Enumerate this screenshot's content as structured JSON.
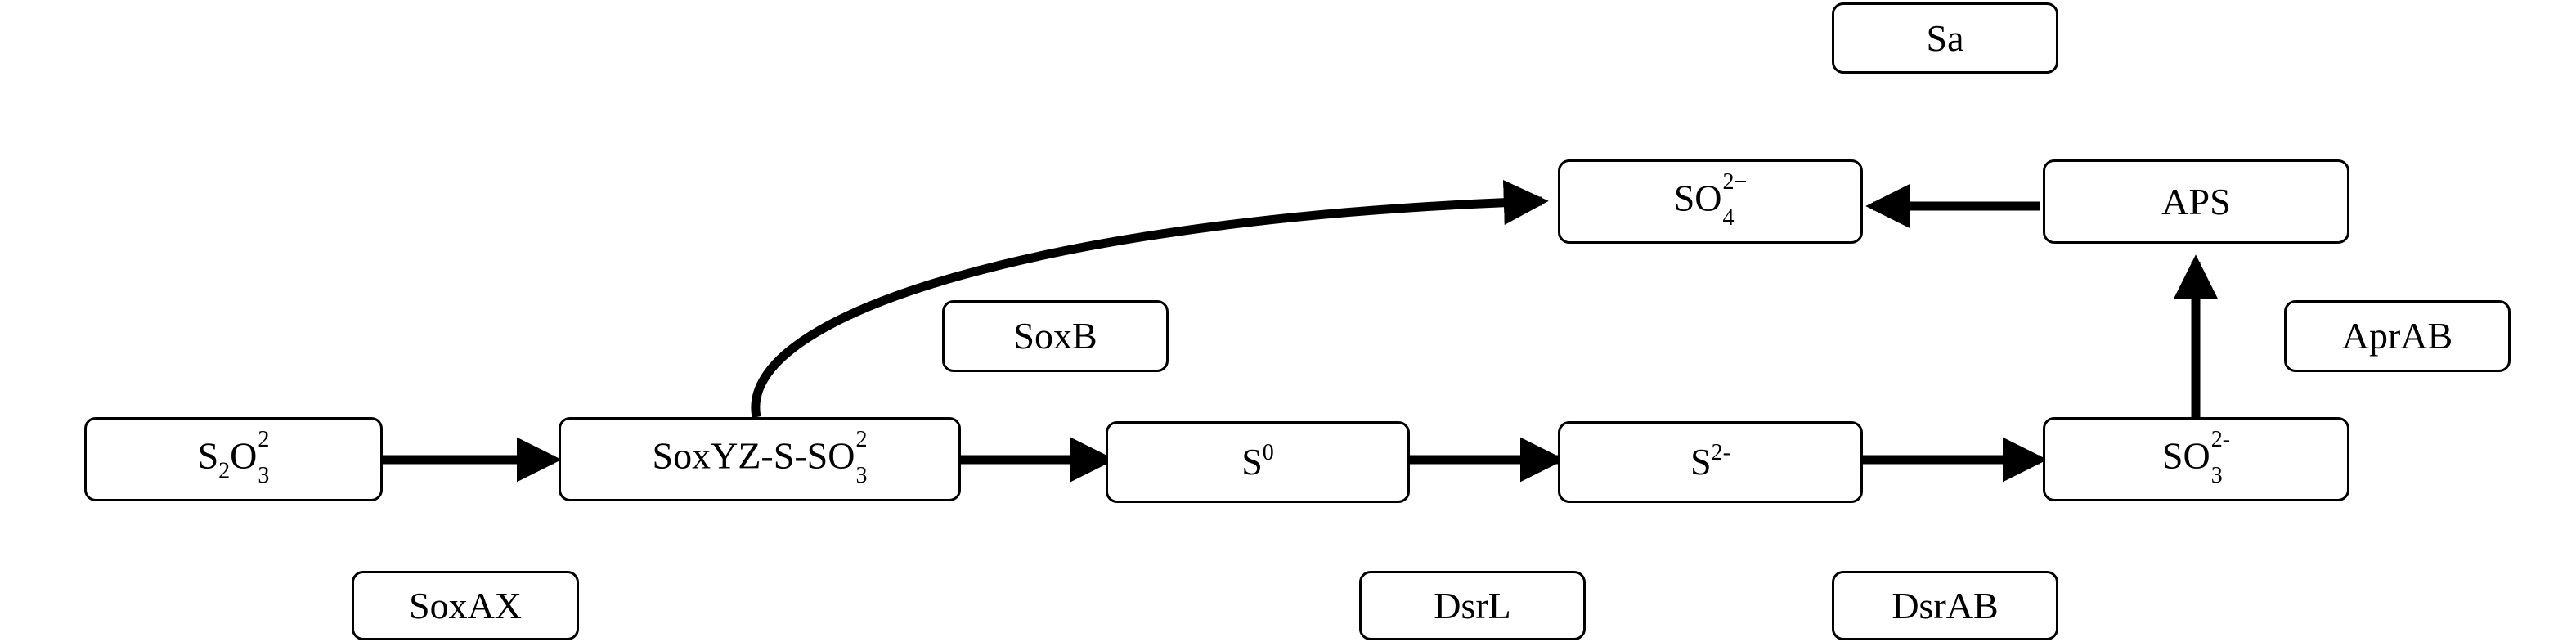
{
  "nodes": {
    "s2o3": {
      "base": "S",
      "sub1": "2",
      "mid": "O",
      "sub2": "3",
      "sup": "2"
    },
    "soxyz": {
      "base": "SoxYZ-S-SO",
      "sub": "3",
      "sup": "2"
    },
    "s0": {
      "base": "S",
      "sup": "0"
    },
    "s2": {
      "base": "S",
      "sup": "2-"
    },
    "so3": {
      "base": "SO",
      "sub": "3",
      "sup": "2-"
    },
    "so4": {
      "base": "SO",
      "sub": "4",
      "sup": "2−"
    },
    "aps": {
      "label": "APS"
    }
  },
  "enzymes": {
    "soxax": "SoxAX",
    "soxb": "SoxB",
    "dsrl": "DsrL",
    "dsrab": "DsrAB",
    "aprab": "AprAB",
    "sa": "Sa"
  },
  "colors": {
    "stroke": "#000000",
    "fill": "#ffffff"
  }
}
